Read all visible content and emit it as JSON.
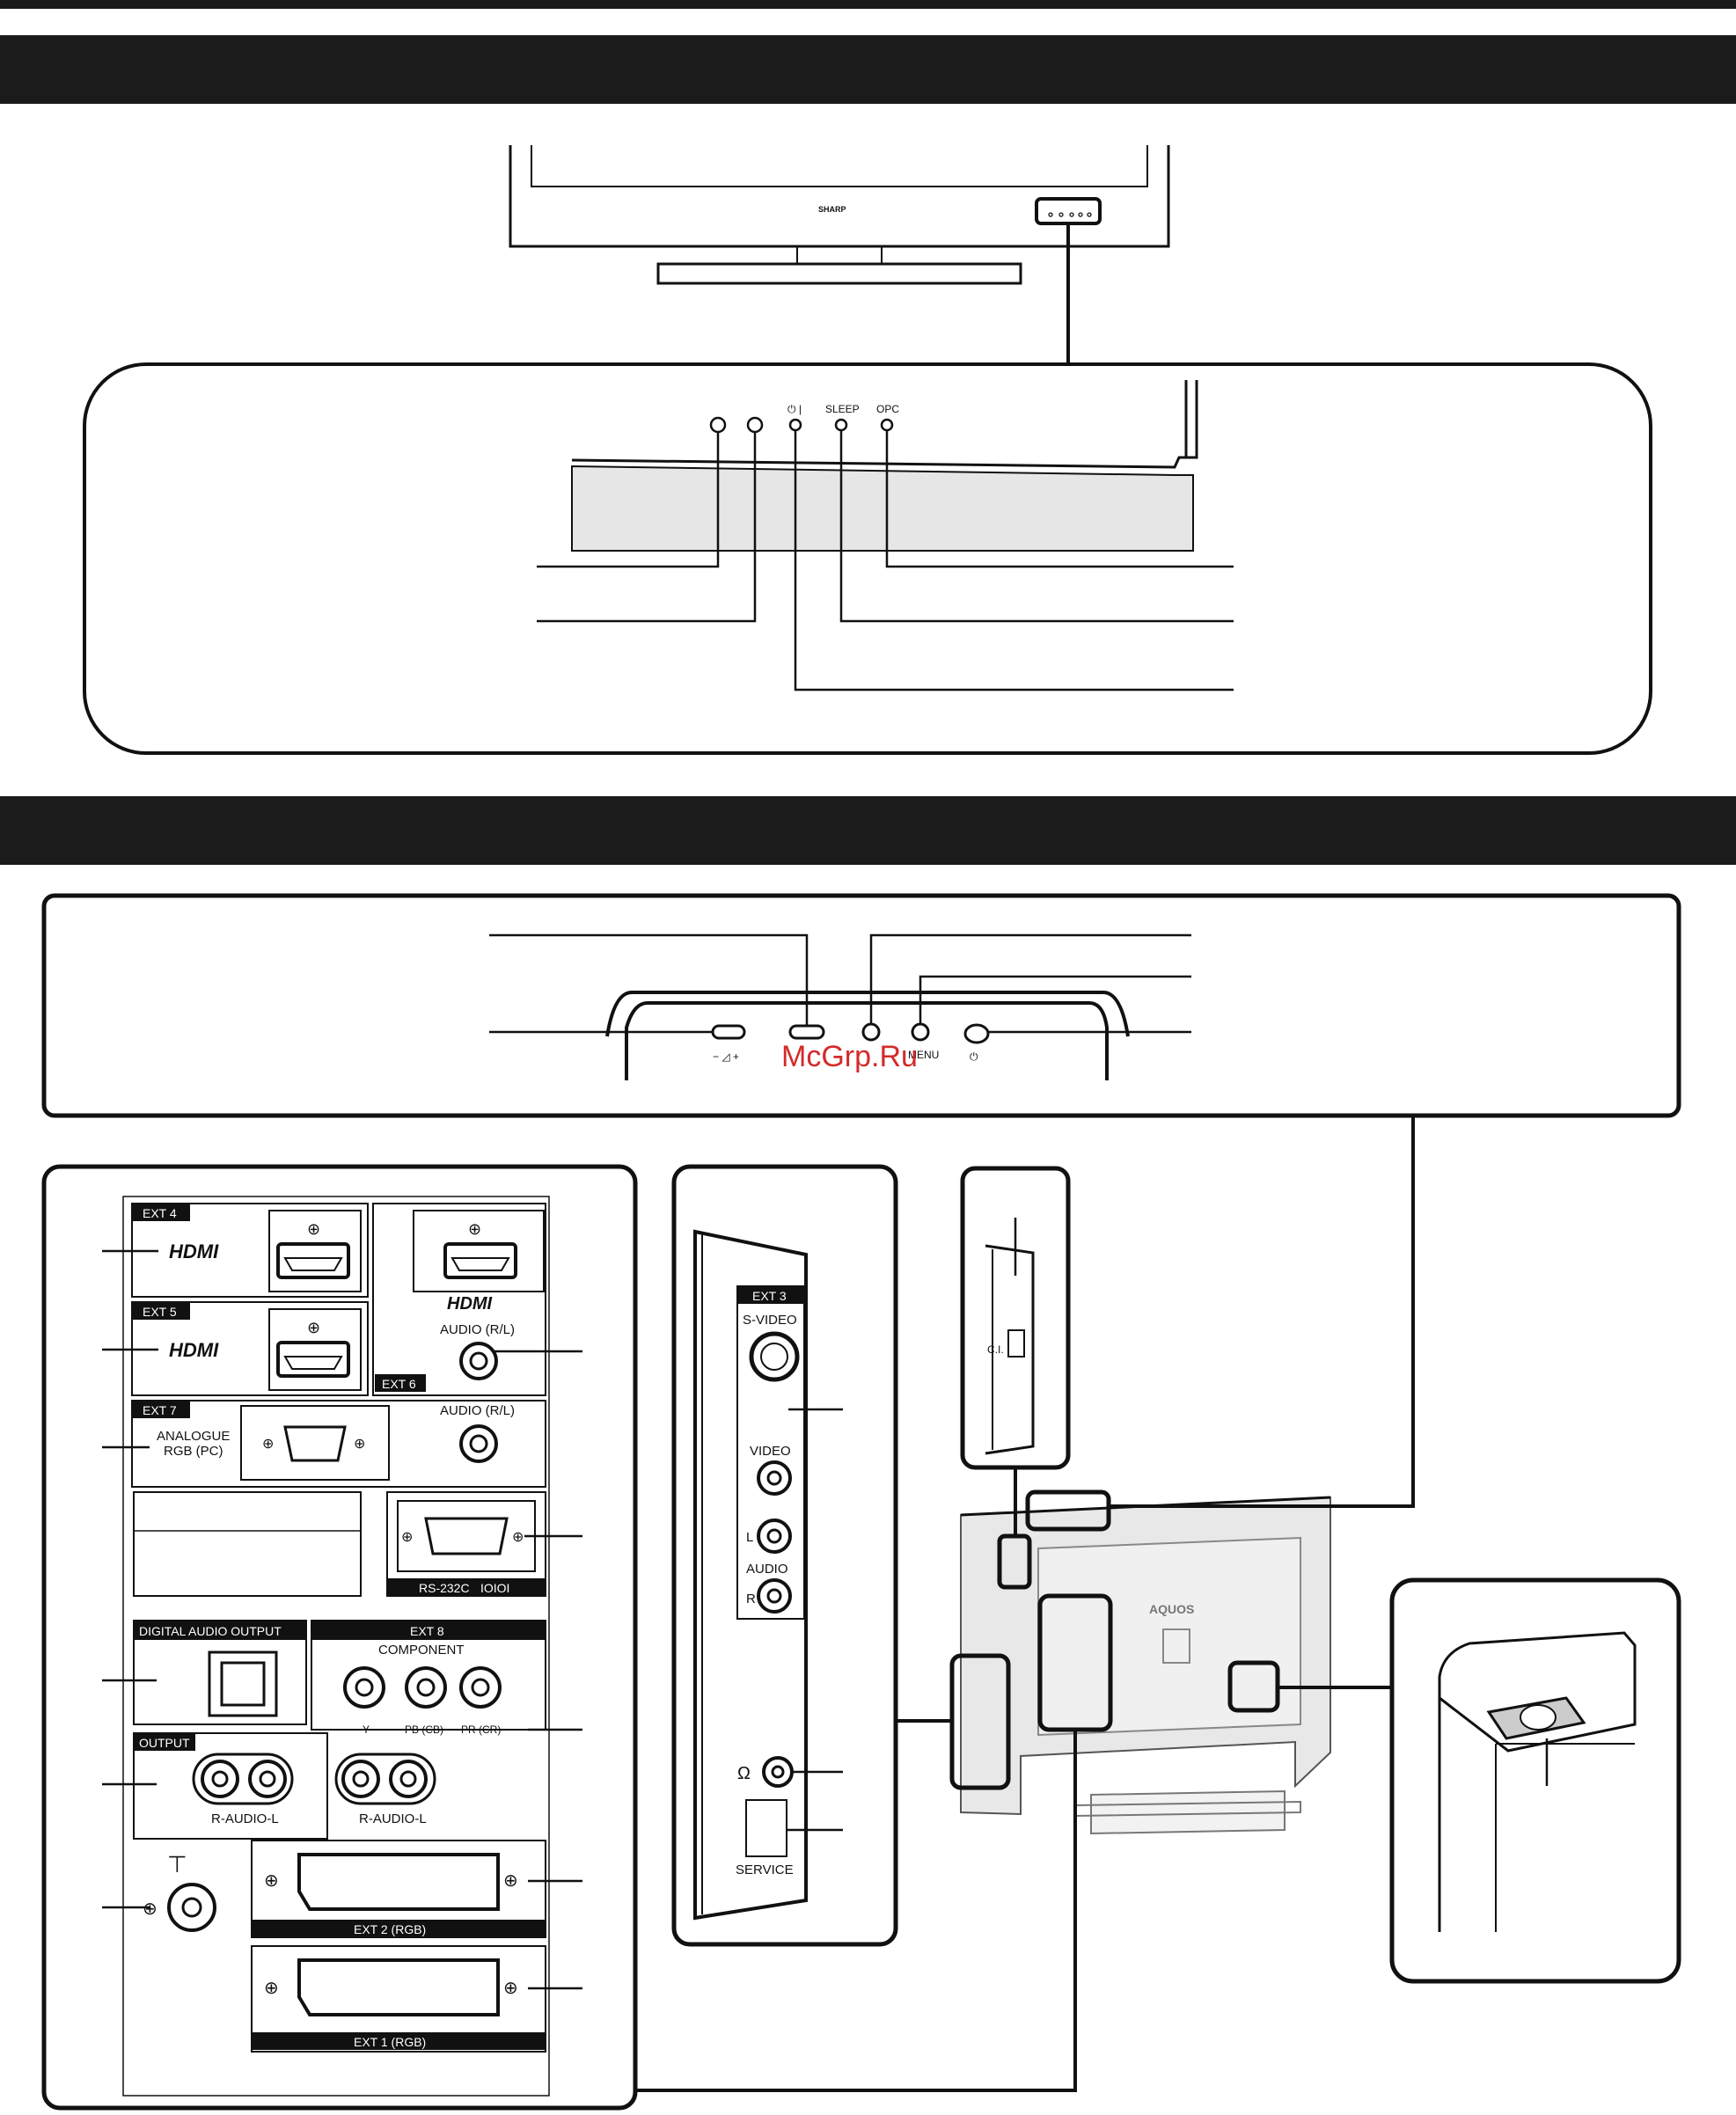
{
  "watermark": "McGrp.Ru",
  "colors": {
    "header_bar": "#1b1b1b",
    "panel_gray": "#e6e6e6",
    "line": "#111111"
  },
  "tv_front": {
    "brand": "SHARP",
    "indicator_labels": {
      "power": "⏻ |",
      "sleep": "SLEEP",
      "opc": "OPC"
    }
  },
  "tv_top_controls": {
    "volume_label": "−  ◿  +",
    "menu_label": "MENU",
    "power_label": "⏻"
  },
  "terminal_panel": {
    "ext4": "EXT 4",
    "ext5": "EXT 5",
    "ext6": "EXT 6",
    "ext7": "EXT 7",
    "ext8": "EXT 8",
    "hdmi_logo": "HDMI",
    "audio_rl_1": "AUDIO (R/L)",
    "audio_rl_2": "AUDIO (R/L)",
    "analogue_rgb": "ANALOGUE",
    "analogue_rgb_2": "RGB (PC)",
    "rs232c": "RS-232C",
    "rs232c_glyph": "IOIOI",
    "digital_audio_output": "DIGITAL AUDIO OUTPUT",
    "component": "COMPONENT",
    "comp_y": "Y",
    "comp_pb": "PB (CB)",
    "comp_pr": "PR (CR)",
    "output": "OUTPUT",
    "r_audio_l_1": "R-AUDIO-L",
    "r_audio_l_2": "R-AUDIO-L",
    "ext2": "EXT 2  (RGB)",
    "ext1": "EXT 1  (RGB)"
  },
  "side_panel": {
    "ext3": "EXT 3",
    "s_video": "S-VIDEO",
    "video": "VIDEO",
    "audio_l": "L",
    "audio": "AUDIO",
    "audio_r": "R",
    "service": "SERVICE"
  },
  "ci_slot": {
    "label": "C.I."
  },
  "rear_tv": {
    "brand": "AQUOS"
  }
}
